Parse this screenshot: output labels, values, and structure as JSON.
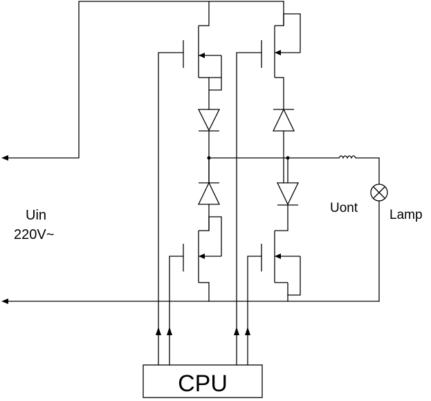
{
  "diagram": {
    "input_label": "Uin",
    "input_voltage": "220V~",
    "output_label": "Uont",
    "load_label": "Lamp",
    "controller_label": "CPU"
  },
  "components": {
    "transistors": [
      "upper-left-switch",
      "upper-right-switch",
      "lower-left-switch",
      "lower-right-switch"
    ],
    "diodes": [
      "upper-left-diode",
      "upper-right-diode",
      "lower-left-diode",
      "lower-right-diode"
    ],
    "inductor": "output-inductor",
    "lamp": "lamp-symbol"
  }
}
